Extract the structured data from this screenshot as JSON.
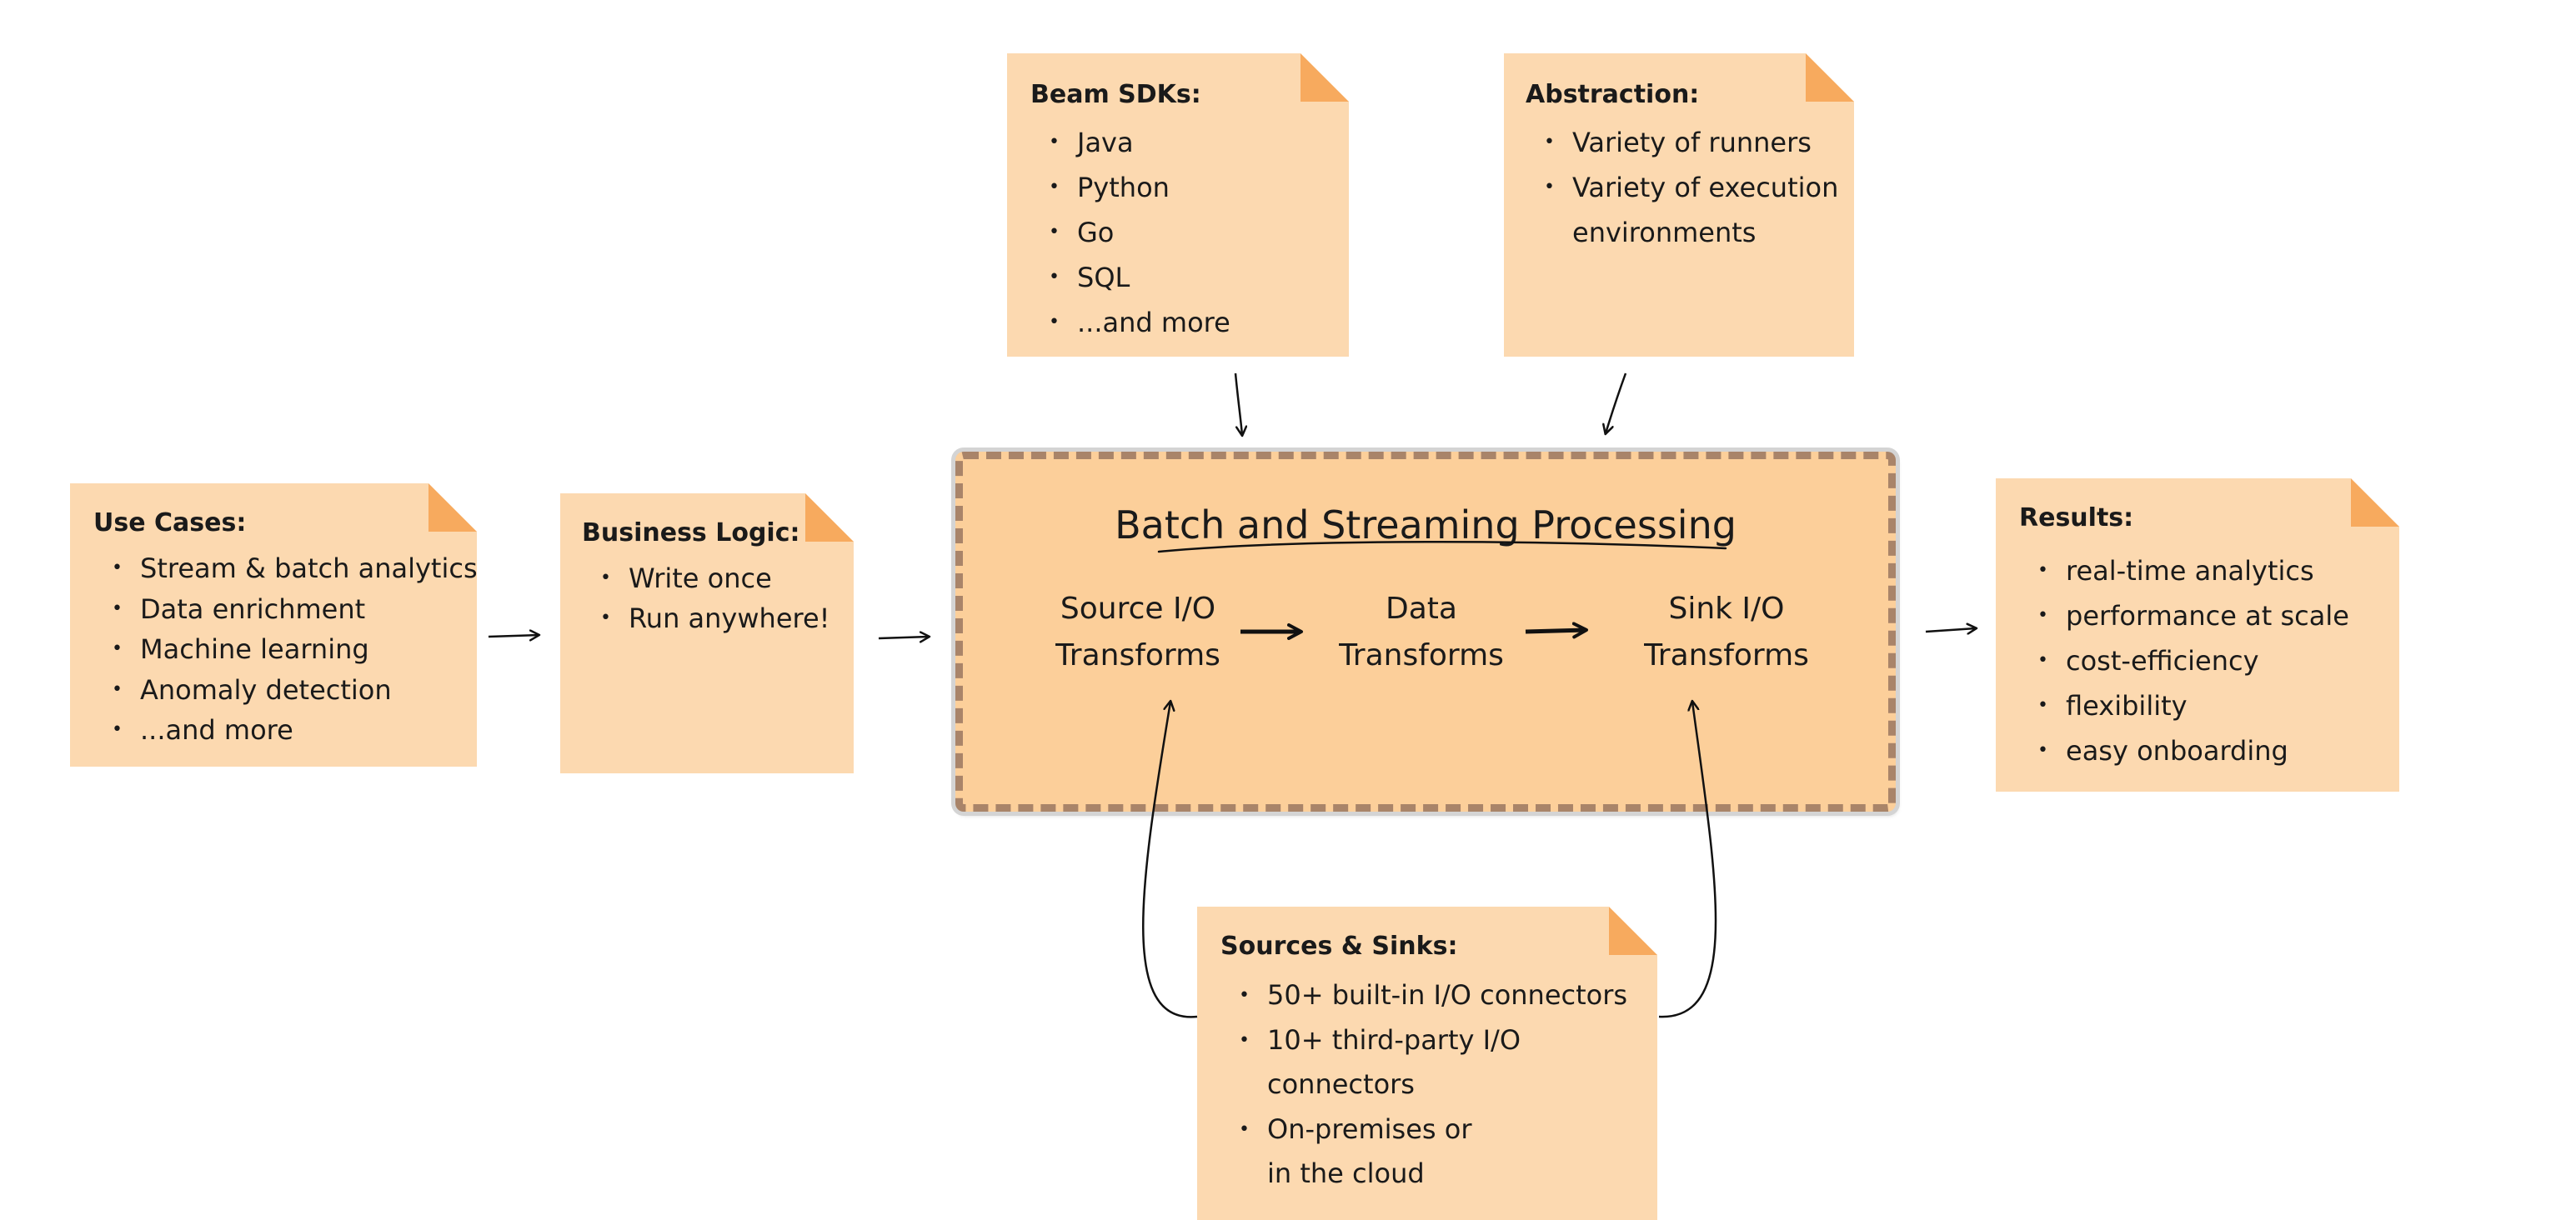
{
  "notes": {
    "use_cases": {
      "title": "Use Cases:",
      "items": [
        "Stream & batch analytics",
        "Data enrichment",
        "Machine learning",
        "Anomaly detection",
        "...and more"
      ]
    },
    "business_logic": {
      "title": "Business Logic:",
      "items": [
        "Write once",
        "Run anywhere!"
      ]
    },
    "beam_sdks": {
      "title": "Beam SDKs:",
      "items": [
        "Java",
        "Python",
        "Go",
        "SQL",
        "...and more"
      ]
    },
    "abstraction": {
      "title": "Abstraction:",
      "items": [
        [
          "Variety of runners"
        ],
        [
          "Variety of execution",
          "environments"
        ]
      ]
    },
    "results": {
      "title": "Results:",
      "items": [
        "real-time analytics",
        "performance at scale",
        "cost-efficiency",
        "flexibility",
        "easy onboarding"
      ]
    },
    "sources_sinks": {
      "title": "Sources & Sinks:",
      "items": [
        [
          "50+ built-in I/O connectors"
        ],
        [
          "10+ third-party I/O",
          "connectors"
        ],
        [
          "On-premises or",
          "in the cloud"
        ]
      ]
    }
  },
  "main": {
    "title": "Batch and Streaming Processing",
    "stages": {
      "source": [
        "Source I/O",
        "Transforms"
      ],
      "data": [
        "Data",
        "Transforms"
      ],
      "sink": [
        "Sink I/O",
        "Transforms"
      ]
    }
  },
  "colors": {
    "note_bg": "#fcd9b0",
    "note_fold": "#f7aa5e",
    "main_bg": "#fccf9a",
    "main_border": "#a98469"
  }
}
